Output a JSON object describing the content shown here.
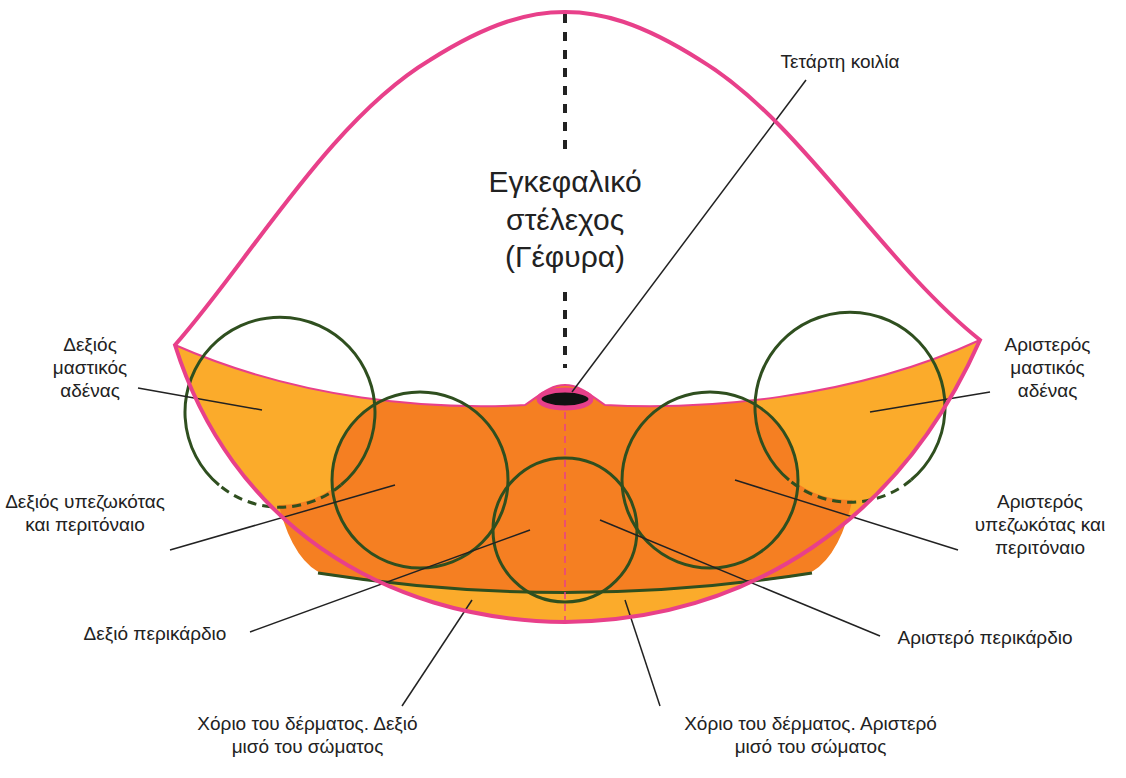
{
  "diagram": {
    "nodes": [
      {
        "text": [
          "Εγκεφαλικό στέλεχος (Γέφυρα)"
        ]
      }
    ],
    "labels": [
      "Τετάρτη κοιλία",
      "Δεξιός μαστικός αδένας",
      "Αριστερός μαστικός αδένας",
      "Δεξιός υπεζωκότας και περιτόναιο",
      "Αριστερός υπεζωκότας και περιτόναιο",
      "Δεξιό περικάρδιο",
      "Αριστερό περικάρδιο",
      "Χόριο του δέρματος. Δεξιό μισό του σώματος",
      "Χόριο του δέρματος. Αριστερό μισό του σώματος"
    ]
  }
}
